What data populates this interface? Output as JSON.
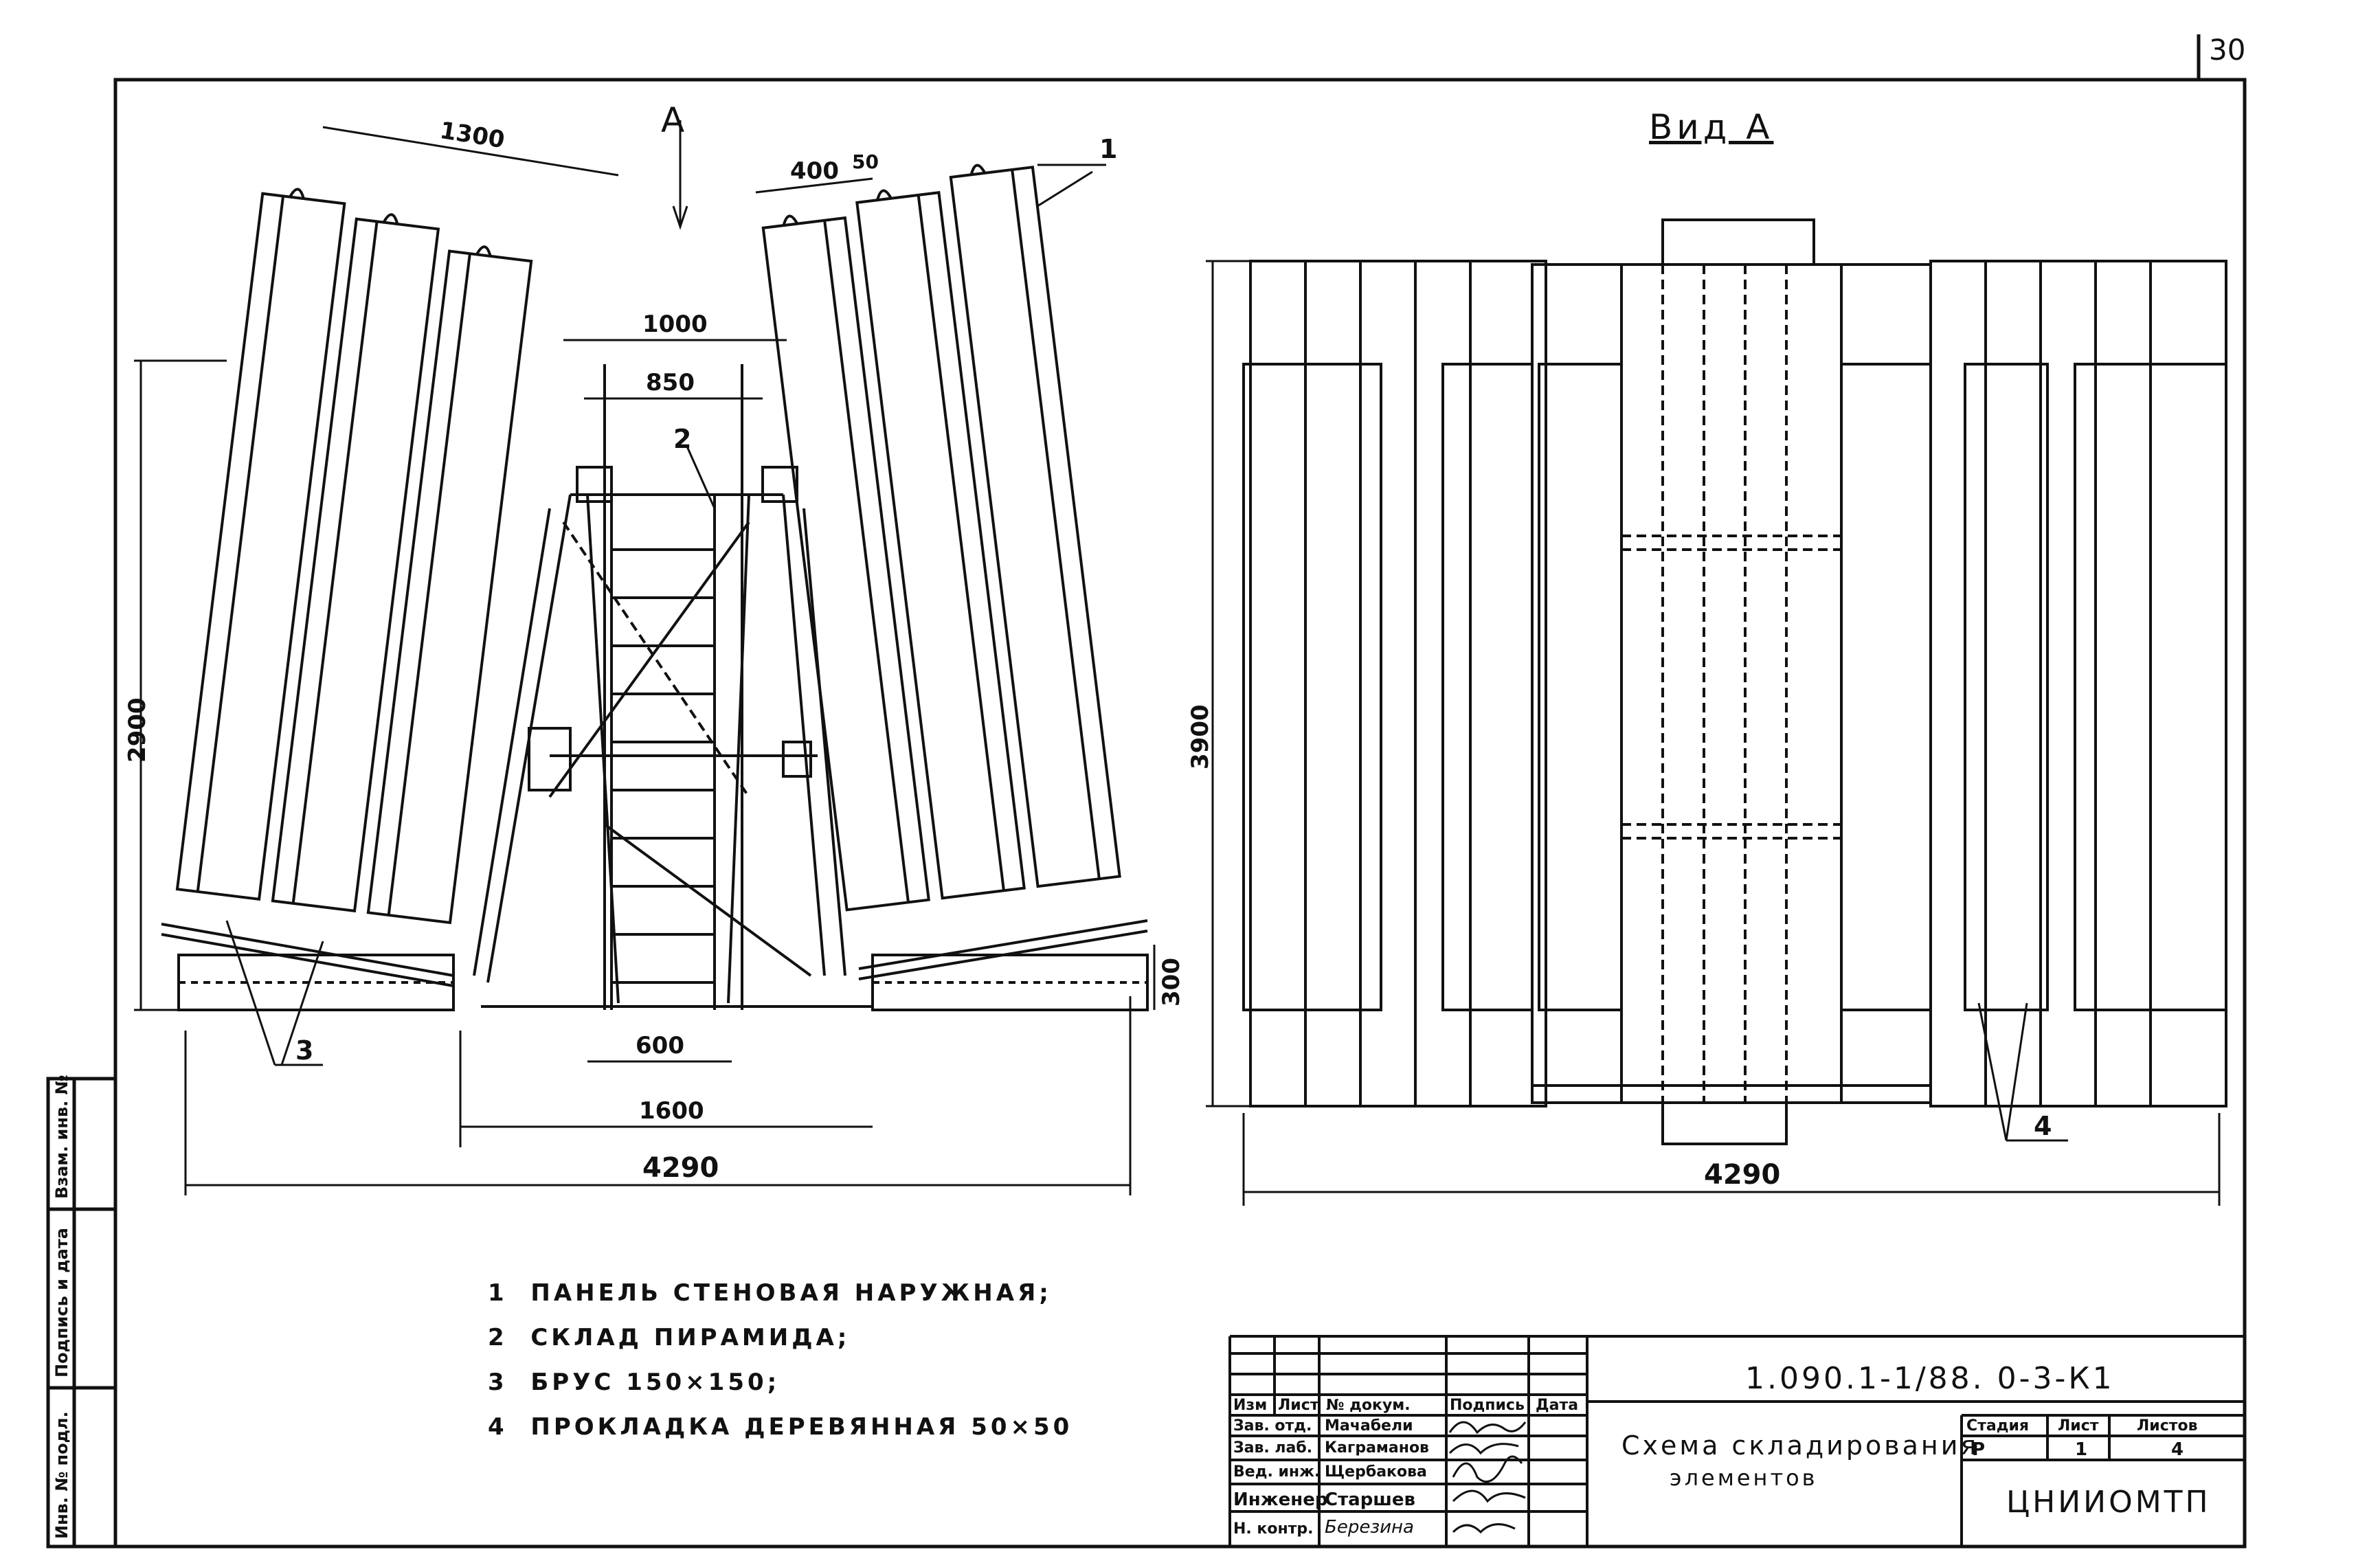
{
  "sheet": {
    "number": "30"
  },
  "view_arrow": {
    "label": "А"
  },
  "view_a": {
    "title": "Вид А"
  },
  "dims_left": {
    "d1300": "1300",
    "d400": "400",
    "d50": "50",
    "d1000": "1000",
    "d850": "850",
    "d2900": "2900",
    "d300": "300",
    "d600": "600",
    "d1600": "1600",
    "d4290": "4290"
  },
  "dims_right": {
    "d3900": "3900",
    "d4290": "4290"
  },
  "callouts": {
    "c1": "1",
    "c2": "2",
    "c3": "3",
    "c4": "4"
  },
  "legend": [
    {
      "num": "1",
      "text": "ПАНЕЛЬ СТЕНОВАЯ НАРУЖНАЯ;"
    },
    {
      "num": "2",
      "text": "СКЛАД ПИРАМИДА;"
    },
    {
      "num": "3",
      "text": "БРУС 150×150;"
    },
    {
      "num": "4",
      "text": "ПРОКЛАДКА ДЕРЕВЯННАЯ 50×50"
    }
  ],
  "sidebar": {
    "inv_podl": "Инв. № подл.",
    "podpis": "Подпись и дата",
    "vzam": "Взам. инв. №"
  },
  "title_block": {
    "code": "1.090.1-1/88. 0-3-К1",
    "title_line1": "Схема складирования",
    "title_line2": "элементов",
    "organization": "ЦНИИОМТП",
    "headers": {
      "izm": "Изм",
      "list": "Лист",
      "n_dokum": "№ докум.",
      "podpis": "Подпись",
      "data": "Дата"
    },
    "stage_headers": {
      "stadia": "Стадия",
      "list": "Лист",
      "listov": "Листов"
    },
    "stage_values": {
      "stadia": "Р",
      "list": "1",
      "listov": "4"
    },
    "rows": [
      {
        "role": "Зав. отд.",
        "name": "Мачабели"
      },
      {
        "role": "Зав. лаб.",
        "name": "Каграманов"
      },
      {
        "role": "Вед. инж.",
        "name": "Щербакова"
      },
      {
        "role": "Инженер",
        "name": "Старшев"
      },
      {
        "role": "Н. контр.",
        "name": "Березина"
      }
    ]
  }
}
